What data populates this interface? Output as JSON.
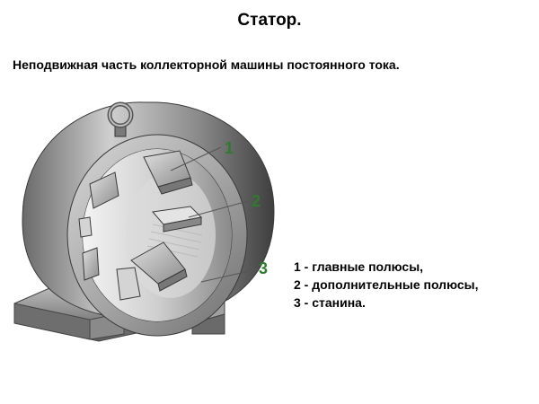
{
  "title": "Статор.",
  "subtitle": "Неподвижная часть коллекторной машины постоянного тока.",
  "callouts": [
    "1",
    "2",
    "3"
  ],
  "legend": [
    "1 - главные полюсы,",
    "2 - дополнительные полюсы,",
    "3 - станина."
  ],
  "colors": {
    "callout": "#2f7a2f",
    "metal_dark": "#5a5a5a",
    "metal_light": "#e6e6e6"
  }
}
